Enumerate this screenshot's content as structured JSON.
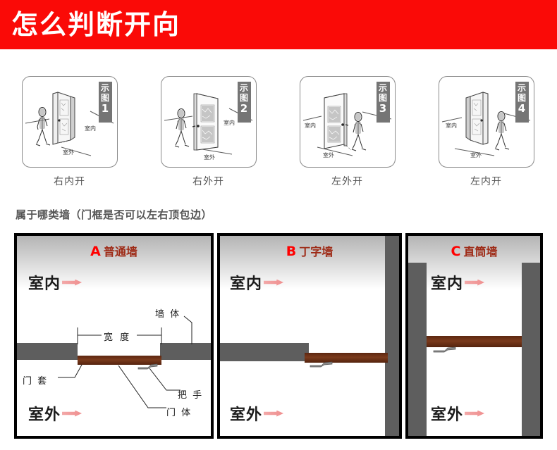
{
  "banner": {
    "title": "怎么判断开向",
    "background_color": "#fa0a07",
    "text_color": "#ffffff"
  },
  "cards": [
    {
      "badge_label": "示图",
      "badge_number": "1",
      "indoor_label": "室内",
      "outdoor_label": "室外",
      "caption": "右内开"
    },
    {
      "badge_label": "示图",
      "badge_number": "2",
      "indoor_label": "室内",
      "outdoor_label": "室外",
      "caption": "右外开"
    },
    {
      "badge_label": "示图",
      "badge_number": "3",
      "indoor_label": "室内",
      "outdoor_label": "室外",
      "caption": "左外开"
    },
    {
      "badge_label": "示图",
      "badge_number": "4",
      "indoor_label": "室内",
      "outdoor_label": "室外",
      "caption": "左内开"
    }
  ],
  "section": {
    "heading": "属于哪类墙（门框是否可以左右顶包边）"
  },
  "panels": [
    {
      "letter": "A",
      "title": "普通墙",
      "indoor_label": "室内",
      "outdoor_label": "室外",
      "annotations": {
        "wall_body": "墙 体",
        "width": "宽 度",
        "door_casing": "门 套",
        "handle": "把 手",
        "door_body": "门 体"
      }
    },
    {
      "letter": "B",
      "title": "丁字墙",
      "indoor_label": "室内",
      "outdoor_label": "室外"
    },
    {
      "letter": "C",
      "title": "直筒墙",
      "indoor_label": "室内",
      "outdoor_label": "室外"
    }
  ],
  "colors": {
    "banner_red": "#fa0a07",
    "title_red": "#ff0000",
    "title_dark_red": "#9e2a16",
    "wall_gray": "#5e5e5e",
    "door_brown": "#5c2710",
    "arrow_pink": "#f08f8f",
    "panel_border": "#000000"
  }
}
